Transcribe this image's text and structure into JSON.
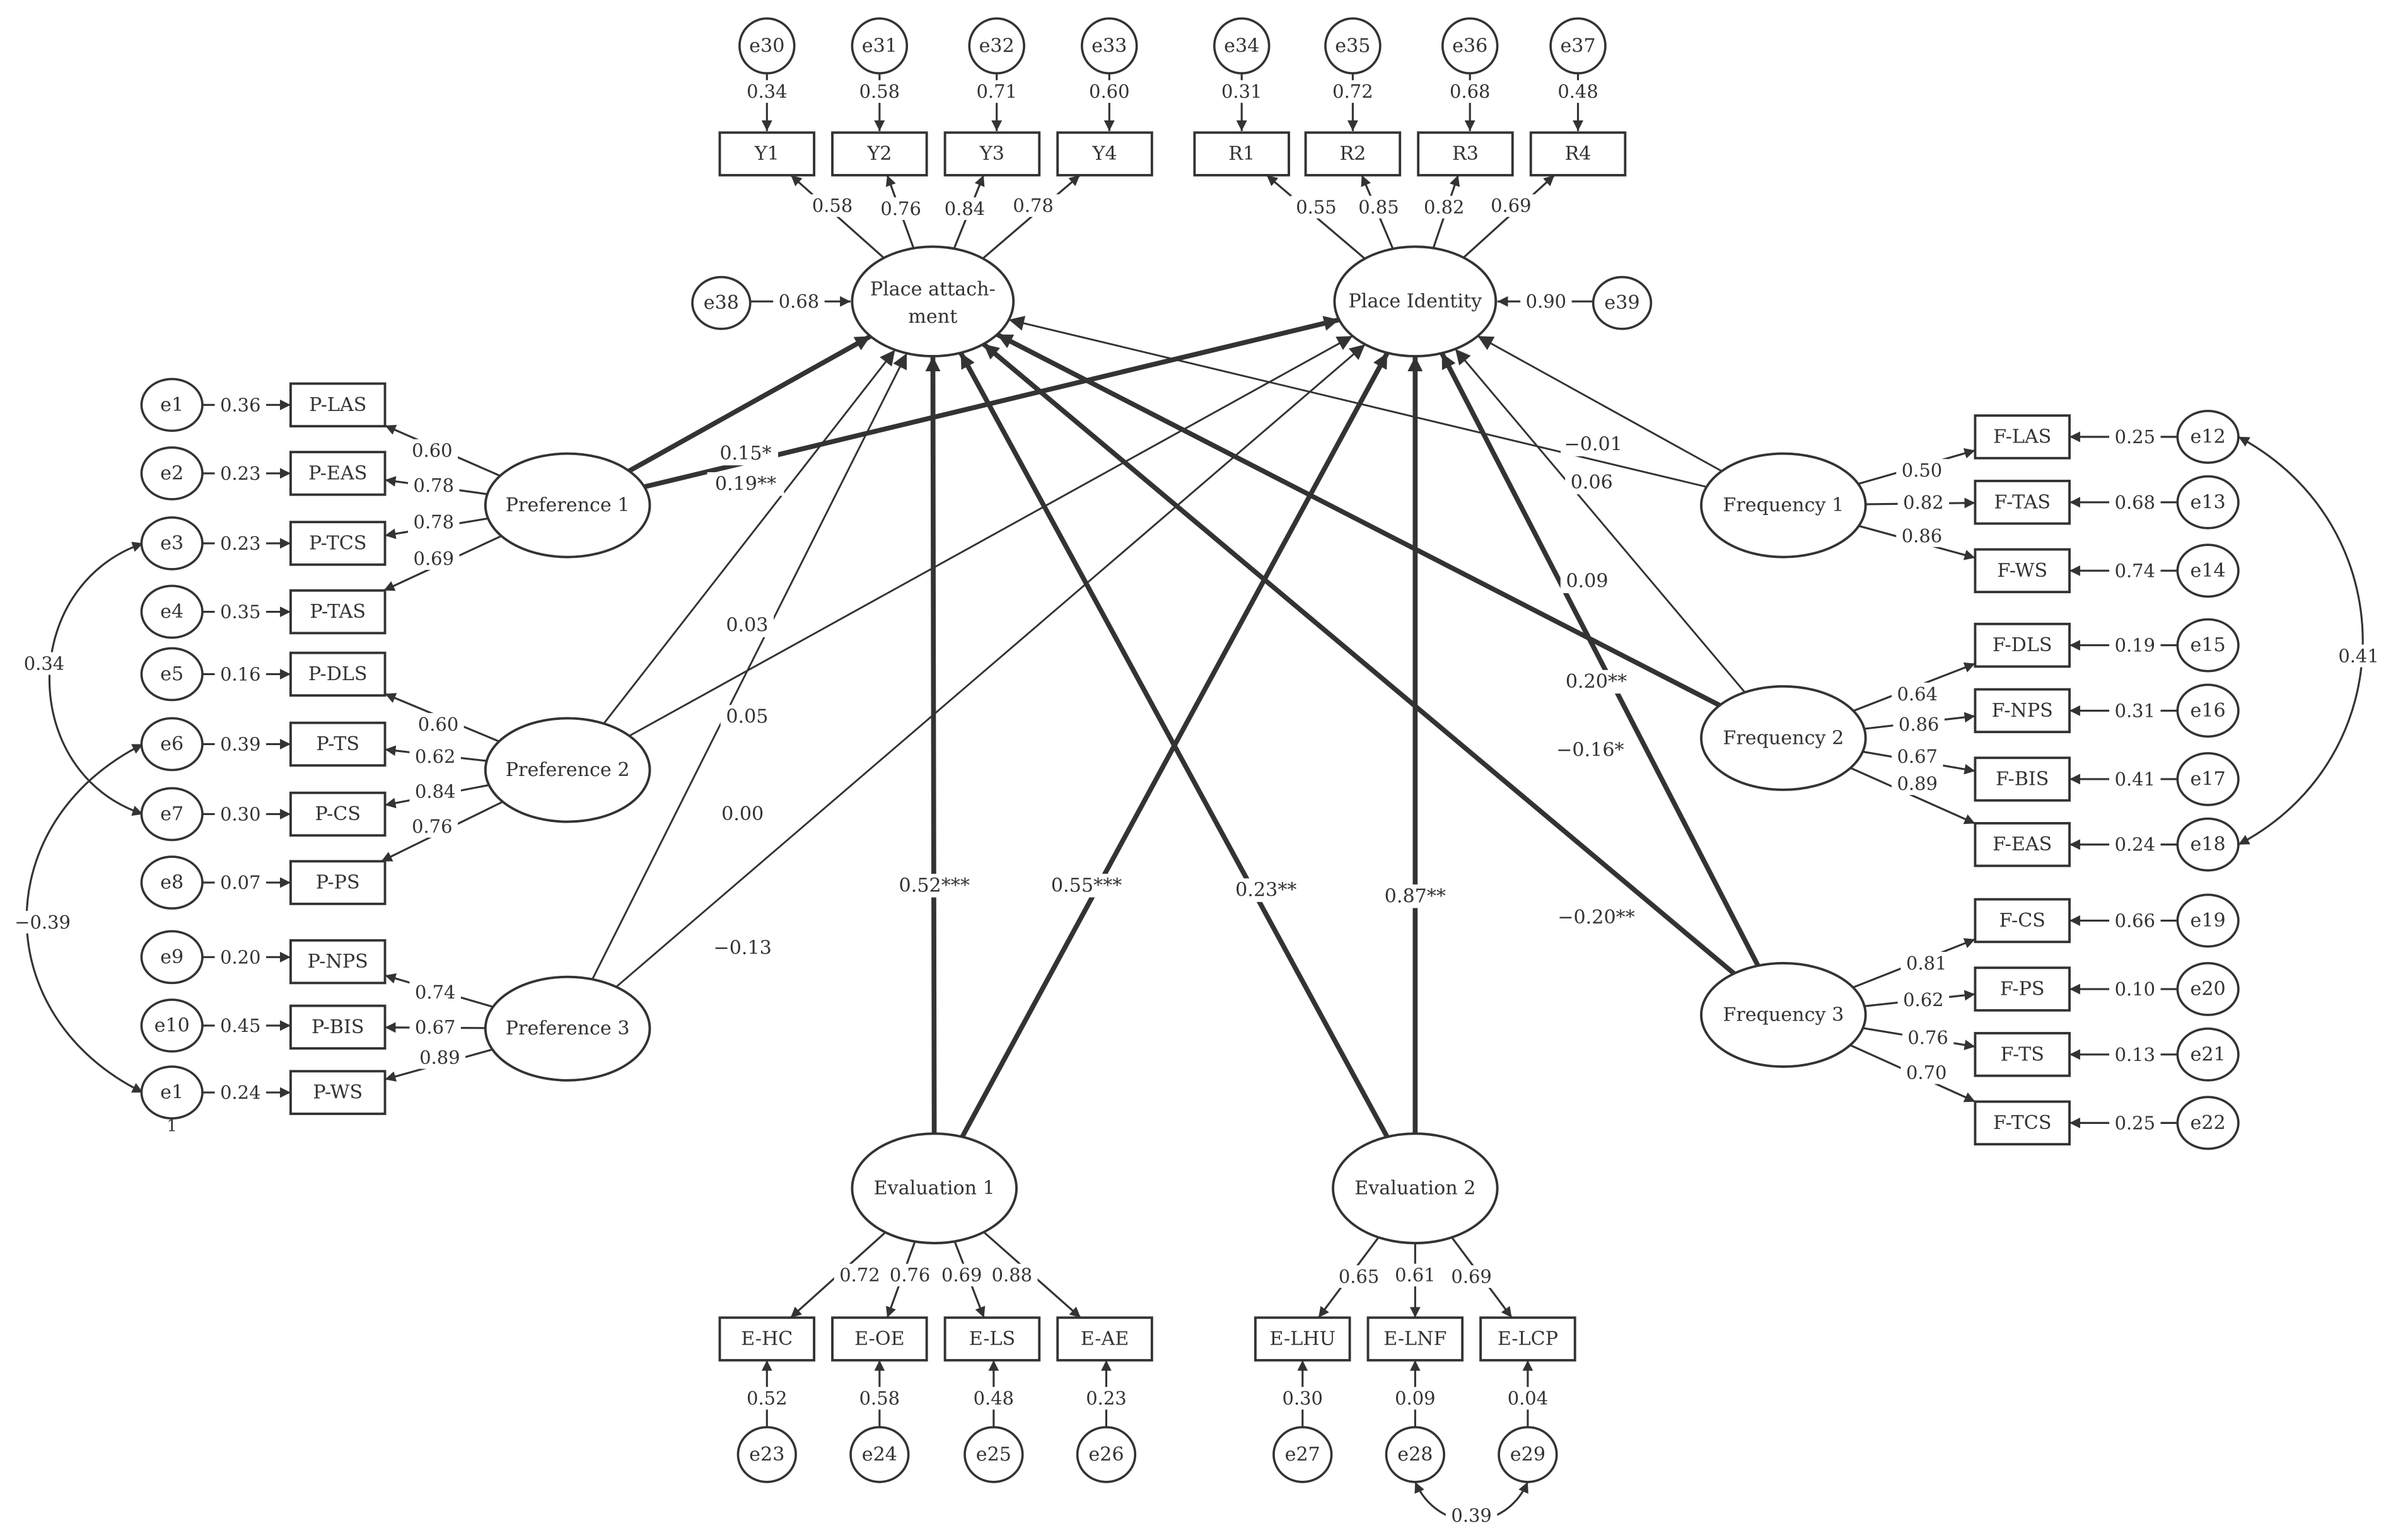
{
  "latents": {
    "place_attachment": [
      "Place attach-",
      "ment"
    ],
    "place_identity": "Place Identity",
    "preference_1": "Preference 1",
    "preference_2": "Preference 2",
    "preference_3": "Preference 3",
    "frequency_1": "Frequency 1",
    "frequency_2": "Frequency 2",
    "frequency_3": "Frequency 3",
    "evaluation_1": "Evaluation 1",
    "evaluation_2": "Evaluation 2"
  },
  "indicators": {
    "place_attachment": [
      "Y1",
      "Y2",
      "Y3",
      "Y4"
    ],
    "place_identity": [
      "R1",
      "R2",
      "R3",
      "R4"
    ],
    "preference_1": [
      "P-LAS",
      "P-EAS",
      "P-TCS",
      "P-TAS"
    ],
    "preference_2": [
      "P-DLS",
      "P-TS",
      "P-CS",
      "P-PS"
    ],
    "preference_3": [
      "P-NPS",
      "P-BIS",
      "P-WS"
    ],
    "frequency_1": [
      "F-LAS",
      "F-TAS",
      "F-WS"
    ],
    "frequency_2": [
      "F-DLS",
      "F-NPS",
      "F-BIS",
      "F-EAS"
    ],
    "frequency_3": [
      "F-CS",
      "F-PS",
      "F-TS",
      "F-TCS"
    ],
    "evaluation_1": [
      "E-HC",
      "E-OE",
      "E-LS",
      "E-AE"
    ],
    "evaluation_2": [
      "E-LHU",
      "E-LNF",
      "E-LCP"
    ]
  },
  "error_terms": {
    "top": [
      "e30",
      "e31",
      "e32",
      "e33",
      "e34",
      "e35",
      "e36",
      "e37"
    ],
    "structural": [
      "e38",
      "e39"
    ],
    "left": [
      "e1",
      "e2",
      "e3",
      "e4",
      "e5",
      "e6",
      "e7",
      "e8",
      "e9",
      "e10",
      "e1"
    ],
    "left_e11_suffix": "1",
    "right": [
      "e12",
      "e13",
      "e14",
      "e15",
      "e16",
      "e17",
      "e18",
      "e19",
      "e20",
      "e21",
      "e22"
    ],
    "bottom": [
      "e23",
      "e24",
      "e25",
      "e26",
      "e27",
      "e28",
      "e29"
    ]
  },
  "loadings": {
    "place_attachment": [
      "0.58",
      "0.76",
      "0.84",
      "0.78"
    ],
    "place_identity": [
      "0.55",
      "0.85",
      "0.82",
      "0.69"
    ],
    "preference_1": [
      "0.60",
      "0.78",
      "0.78",
      "0.69"
    ],
    "preference_2": [
      "0.60",
      "0.62",
      "0.84",
      "0.76"
    ],
    "preference_3": [
      "0.74",
      "0.67",
      "0.89"
    ],
    "frequency_1": [
      "0.50",
      "0.82",
      "0.86"
    ],
    "frequency_2": [
      "0.64",
      "0.86",
      "0.67",
      "0.89"
    ],
    "frequency_3": [
      "0.81",
      "0.62",
      "0.76",
      "0.70"
    ],
    "evaluation_1": [
      "0.72",
      "0.76",
      "0.69",
      "0.88"
    ],
    "evaluation_2": [
      "0.65",
      "0.61",
      "0.69"
    ]
  },
  "error_values": {
    "top": [
      "0.34",
      "0.58",
      "0.71",
      "0.60",
      "0.31",
      "0.72",
      "0.68",
      "0.48"
    ],
    "e38": "0.68",
    "e39": "0.90",
    "left": [
      "0.36",
      "0.23",
      "0.23",
      "0.35",
      "0.16",
      "0.39",
      "0.30",
      "0.07",
      "0.20",
      "0.45",
      "0.24"
    ],
    "right": [
      "0.25",
      "0.68",
      "0.74",
      "0.19",
      "0.31",
      "0.41",
      "0.24",
      "0.66",
      "0.10",
      "0.13",
      "0.25"
    ],
    "bottom": [
      "0.52",
      "0.58",
      "0.48",
      "0.23",
      "0.30",
      "0.09",
      "0.04"
    ]
  },
  "paths": {
    "pref1_attach": "0.15*",
    "pref1_identity": "0.19**",
    "pref2_attach": "0.03",
    "pref2_identity": "0.05",
    "pref3_attach": "0.00",
    "pref3_identity": "−0.13",
    "eval1_attach": "0.52***",
    "eval1_identity": "0.55***",
    "eval2_attach": "0.23**",
    "eval2_identity": "0.87**",
    "freq1_identity": "−0.01",
    "freq1_attach": "0.06",
    "freq2_identity": "0.09",
    "freq2_attach": "0.20**",
    "freq3_identity": "−0.16*",
    "freq3_attach": "−0.20**"
  },
  "covariances": {
    "e3_e7": "0.34",
    "e6_e11": "−0.39",
    "e12_e18": "0.41",
    "e28_e29": "0.39"
  }
}
